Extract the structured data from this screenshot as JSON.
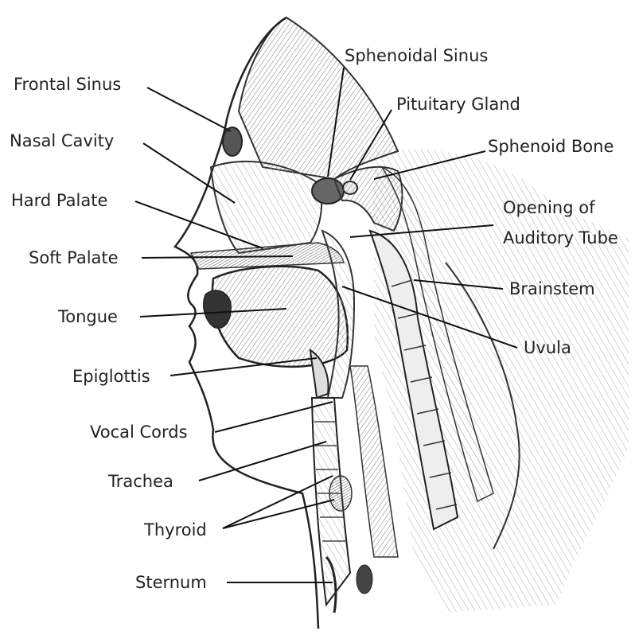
{
  "labels": {
    "frontal_sinus": "Frontal Sinus",
    "nasal_cavity": "Nasal Cavity",
    "hard_palate": "Hard Palate",
    "soft_palate": "Soft Palate",
    "tongue": "Tongue",
    "epiglottis": "Epiglottis",
    "vocal_cords": "Vocal Cords",
    "trachea": "Trachea",
    "thyroid": "Thyroid",
    "sternum": "Sternum",
    "sphenoidal_sinus": "Sphenoidal Sinus",
    "pituitary_gland": "Pituitary Gland",
    "sphenoid_bone": "Sphenoid Bone",
    "auditory_tube_line1": "Opening of",
    "auditory_tube_line2": "Auditory Tube",
    "brainstem": "Brainstem",
    "uvula": "Uvula"
  }
}
